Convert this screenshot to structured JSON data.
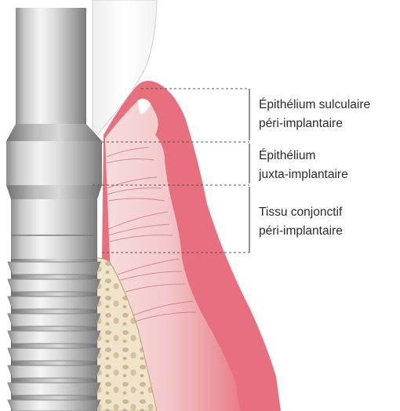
{
  "labels": {
    "sulcular": {
      "line1": "Épithélium sulculaire",
      "line2": "péri-implantaire"
    },
    "junctional": {
      "line1": "Épithélium",
      "line2": "juxta-implantaire"
    },
    "connective": {
      "line1": "Tissu conjonctif",
      "line2": "péri-implantaire"
    }
  }
}
